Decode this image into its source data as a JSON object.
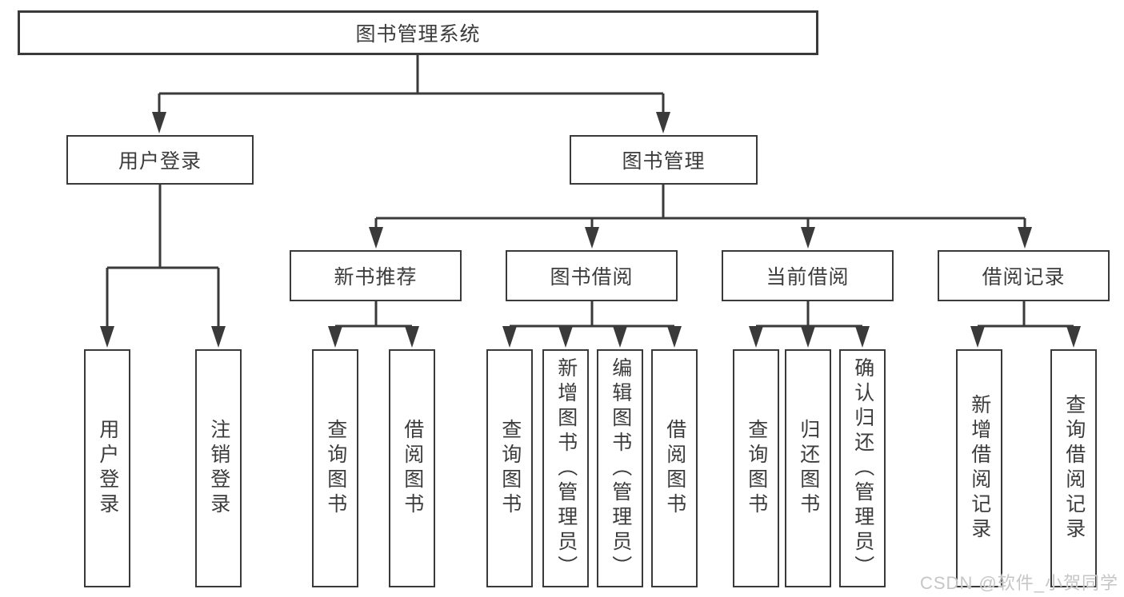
{
  "diagram": {
    "root": {
      "label": "图书管理系统"
    },
    "branches": [
      {
        "label": "用户登录",
        "children": [
          {
            "label": "用户登录"
          },
          {
            "label": "注销登录"
          }
        ]
      },
      {
        "label": "图书管理",
        "children": [
          {
            "label": "新书推荐",
            "children": [
              {
                "label": "查询图书"
              },
              {
                "label": "借阅图书"
              }
            ]
          },
          {
            "label": "图书借阅",
            "children": [
              {
                "label": "查询图书"
              },
              {
                "label": "新增图书（管理员）"
              },
              {
                "label": "编辑图书（管理员）"
              },
              {
                "label": "借阅图书"
              }
            ]
          },
          {
            "label": "当前借阅",
            "children": [
              {
                "label": "查询图书"
              },
              {
                "label": "归还图书"
              },
              {
                "label": "确认归还（管理员）"
              }
            ]
          },
          {
            "label": "借阅记录",
            "children": [
              {
                "label": "新增借阅记录"
              },
              {
                "label": "查询借阅记录"
              }
            ]
          }
        ]
      }
    ],
    "watermark": "CSDN @软件_小贺同学",
    "colors": {
      "line": "#3a3a3a",
      "text": "#3c3c3c",
      "watermark": "#c6c6c6",
      "background": "#ffffff"
    }
  }
}
